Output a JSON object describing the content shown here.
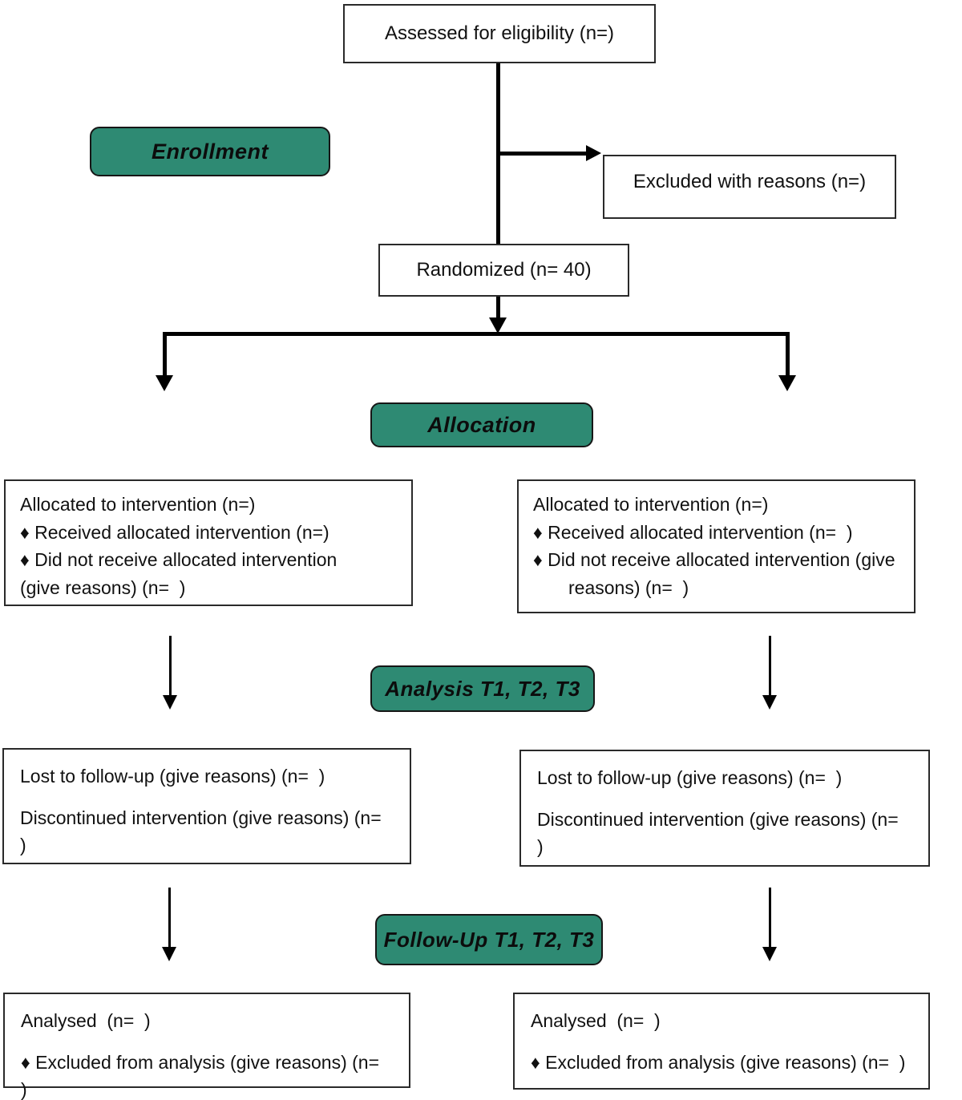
{
  "colors": {
    "banner_green": "#2E8A73",
    "box_border": "#2a2a2a",
    "line_black": "#000000"
  },
  "banners": {
    "enrollment": "Enrollment",
    "allocation": "Allocation",
    "analysis": "Analysis T1, T2, T3",
    "follow_up": "Follow-Up T1, T2, T3"
  },
  "boxes": {
    "assessed": {
      "text": "Assessed for eligibility (n=)"
    },
    "excluded": {
      "text": "Excluded with reasons (n=)"
    },
    "randomized": {
      "text": "Randomized (n= 40)"
    },
    "allocation_left": {
      "lines": [
        "Allocated to intervention (n=)",
        "♦ Received allocated intervention (n=)",
        "♦ Did not receive allocated intervention",
        "(give reasons) (n=  )"
      ]
    },
    "allocation_right": {
      "lines": [
        "Allocated to intervention (n=)",
        "♦ Received allocated intervention (n=  )",
        "♦ Did not receive allocated intervention (give",
        "reasons) (n=  )"
      ]
    },
    "lost_left": {
      "lines": [
        "Lost to follow-up (give reasons) (n=  )",
        "Discontinued intervention (give reasons) (n=  )"
      ]
    },
    "lost_right": {
      "lines": [
        "Lost to follow-up (give reasons) (n=  )",
        "Discontinued intervention (give reasons) (n=  )"
      ]
    },
    "analysed_left": {
      "lines": [
        "Analysed  (n=  )",
        "♦ Excluded from analysis (give reasons) (n=  )"
      ]
    },
    "analysed_right": {
      "lines": [
        "Analysed  (n=  )",
        "♦ Excluded from analysis (give reasons) (n=  )"
      ]
    }
  }
}
